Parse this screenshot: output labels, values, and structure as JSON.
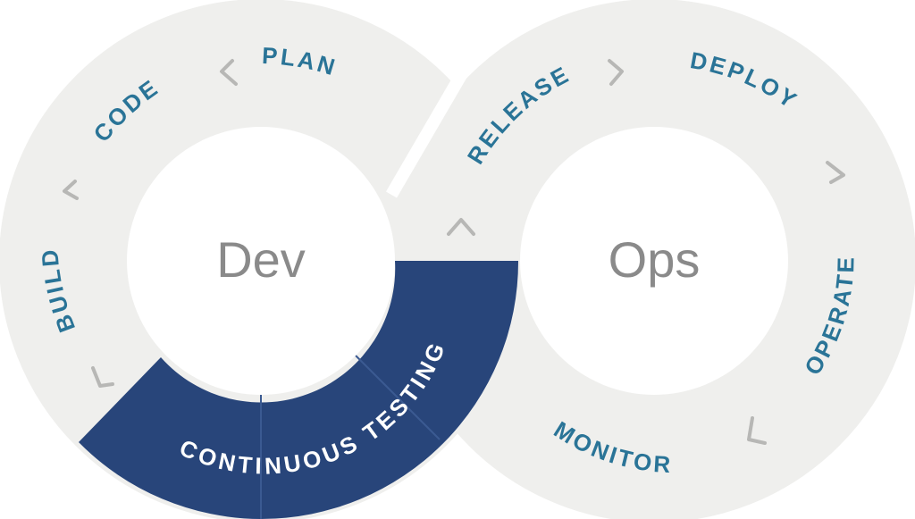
{
  "diagram": {
    "left_center": "Dev",
    "right_center": "Ops",
    "stages": {
      "plan": "PLAN",
      "code": "CODE",
      "build": "BUILD",
      "release": "RELEASE",
      "deploy": "DEPLOY",
      "operate": "OPERATE",
      "monitor": "MONITOR"
    },
    "continuous_testing": "CONTINUOUS TESTING"
  },
  "colors": {
    "ring": "#efefed",
    "band": "#28457a",
    "divider": "#3b5a92",
    "stage_text": "#2a7497",
    "center_text": "#8a8a8a",
    "band_text": "#ffffff",
    "chevron": "#b7b7b5",
    "background": "#ffffff"
  }
}
